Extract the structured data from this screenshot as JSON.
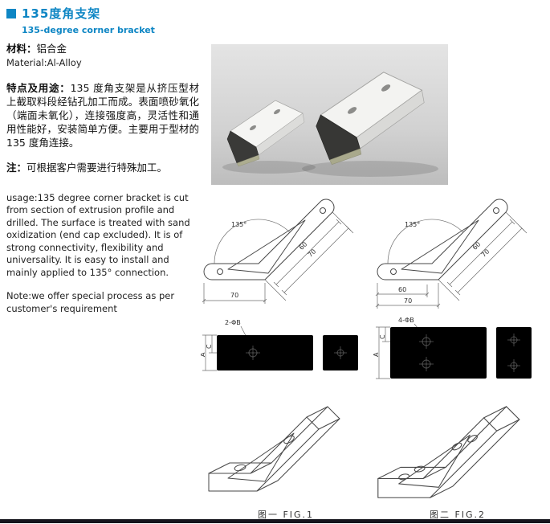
{
  "colors": {
    "accent_blue": "#0e86c4",
    "footer_bar": "#15151d",
    "photo_bg": "#d6d6d6"
  },
  "header": {
    "title_cn": "135度角支架",
    "title_en": "135-degree corner bracket"
  },
  "specs": {
    "material_label": "材料：",
    "material_cn": "铝合金",
    "material_en": "Material:Al-Alloy",
    "features_label": "特点及用途：",
    "features_text": "135 度角支架是从挤压型材上截取料段经钻孔加工而成。表面喷砂氧化（端面未氧化），连接强度高，灵活性和通用性能好，安装简单方便。主要用于型材的135 度角连接。",
    "note_label": "注：",
    "note_text": "可根据客户需要进行特殊加工。",
    "usage_en": "usage:135 degree corner bracket is cut from section of extrusion profile and drilled. The surface is treated with sand oxidization (end cap excluded). It is of strong connectivity, flexibility and universality. It is easy to install and mainly applied to 135° connection.",
    "note_en": "Note:we offer special process as per customer's requirement"
  },
  "figures": {
    "fig1": {
      "caption": "图一  FIG.1",
      "angle": "135°",
      "arm_dim_inner": "60",
      "arm_dim_outer": "70",
      "base_dim": "70",
      "holes_label": "2-ΦB",
      "height_label": "A",
      "offset_label": "C"
    },
    "fig2": {
      "caption": "图二  FIG.2",
      "angle": "135°",
      "arm_dim_inner": "60",
      "arm_dim_outer": "70",
      "base_dim_inner": "60",
      "base_dim_outer": "70",
      "holes_label": "4-ΦB",
      "height_label": "A",
      "offset_label": "C"
    }
  }
}
